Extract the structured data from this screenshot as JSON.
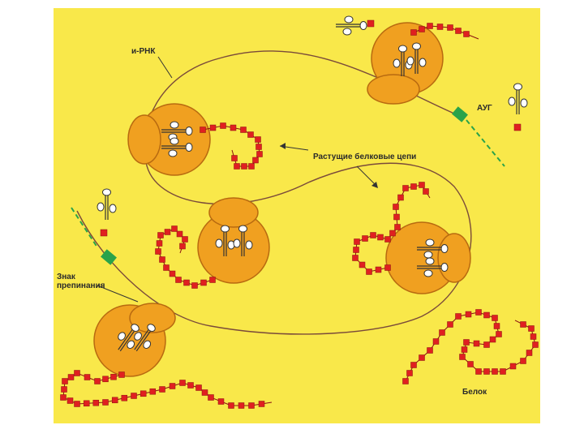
{
  "labels": {
    "mrna": "и-РНК",
    "start_codon": "АУГ",
    "growing_chains": "Растущие белковые цепи",
    "stop_signal_line1": "Знак",
    "stop_signal_line2": "препинания",
    "protein": "Белок"
  },
  "colors": {
    "background": "#f9e84a",
    "ribosome": "#f0a020",
    "ribosome_outline": "#b86a10",
    "amino_acid": "#e02020",
    "codon_marker": "#2aa34a",
    "mrna_strand": "#7a4a3a"
  },
  "icons": [
    "ribosome-icon",
    "trna-icon",
    "amino-acid-bead",
    "codon-marker"
  ]
}
